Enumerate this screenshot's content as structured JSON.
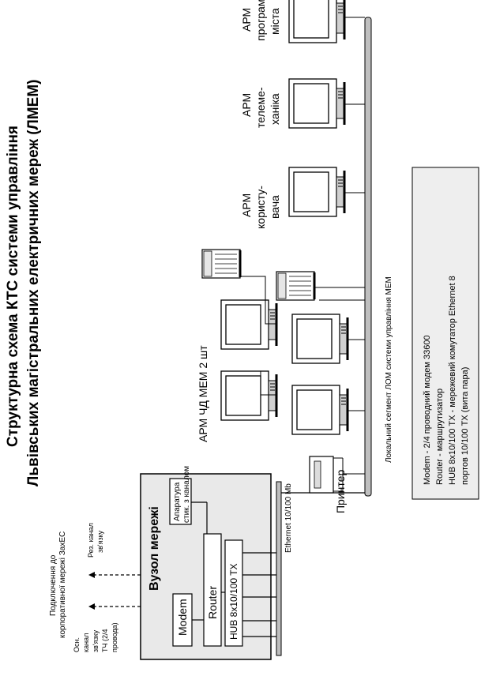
{
  "title": {
    "line1": "Структурна схема КТС системи управління",
    "line2": "Львівських магістральних електричних мереж (ЛМЕМ)"
  },
  "network_node": {
    "title": "Вузол мережі",
    "modem": "Modem",
    "router": "Router",
    "hub": "HUB 8x10/100 TX",
    "apparatus_line1": "Апаратура",
    "apparatus_line2": "стик. з каналом"
  },
  "corporate_connection": {
    "line1": "Подключення до",
    "line2": "корпоративної мережі ЗахЕС"
  },
  "main_channel": [
    "Осн.",
    "канал",
    "зв'язку",
    "ТЧ (2/4",
    "провода)"
  ],
  "backup_channel": [
    "Рез. канал",
    "зв'язку"
  ],
  "ethernet_label": "Ethernet 10/100 Mb",
  "printer_label": "Принтер",
  "workstations": {
    "chd_mem": "АРМ ЧД МЕМ 2 шт",
    "user": [
      "АРМ",
      "користу-",
      "вача"
    ],
    "telemechanic": [
      "АРМ",
      "телеме-",
      "ханіка"
    ],
    "programmer": [
      "АРМ",
      "програмі-",
      "міста"
    ]
  },
  "lan_segment_label": "Локальний сегмент ЛОМ системи управління МЕМ",
  "legend": [
    "Modem - 2/4 проводний модем 33600",
    "Router - маршрутизатор",
    "HUB 8x10/100 TX - мережевий комутатор Ethernet 8",
    "портов 10/100 TX (вита пара)"
  ]
}
